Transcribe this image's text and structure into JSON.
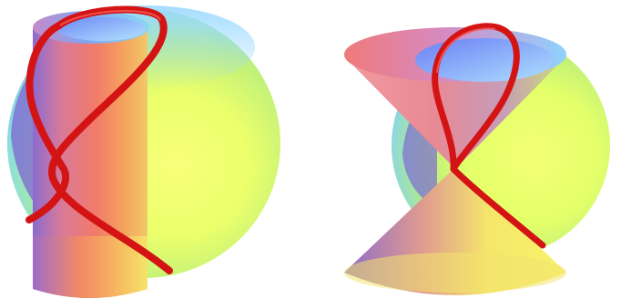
{
  "figure": {
    "panels": [
      {
        "id": "left",
        "surfaces": [
          "sphere",
          "cylinder"
        ],
        "curve": "intersection-curve"
      },
      {
        "id": "right",
        "surfaces": [
          "sphere",
          "double-cone"
        ],
        "curve": "intersection-curve"
      }
    ],
    "colors": {
      "background": "#ffffff",
      "curve": "#e01010",
      "sphere_light": "#f6ff70",
      "sphere_mid": "#c8f26a",
      "sphere_cyan": "#8fe8d8",
      "sphere_blue": "#8a96f2",
      "sphere_violet": "#7a66d8",
      "surface_pink": "#f0a0a8",
      "surface_red": "#ee6f6f",
      "surface_orange": "#f6b36b",
      "surface_yellow": "#f7ee66",
      "surface_purple": "#8e6bc8"
    }
  }
}
